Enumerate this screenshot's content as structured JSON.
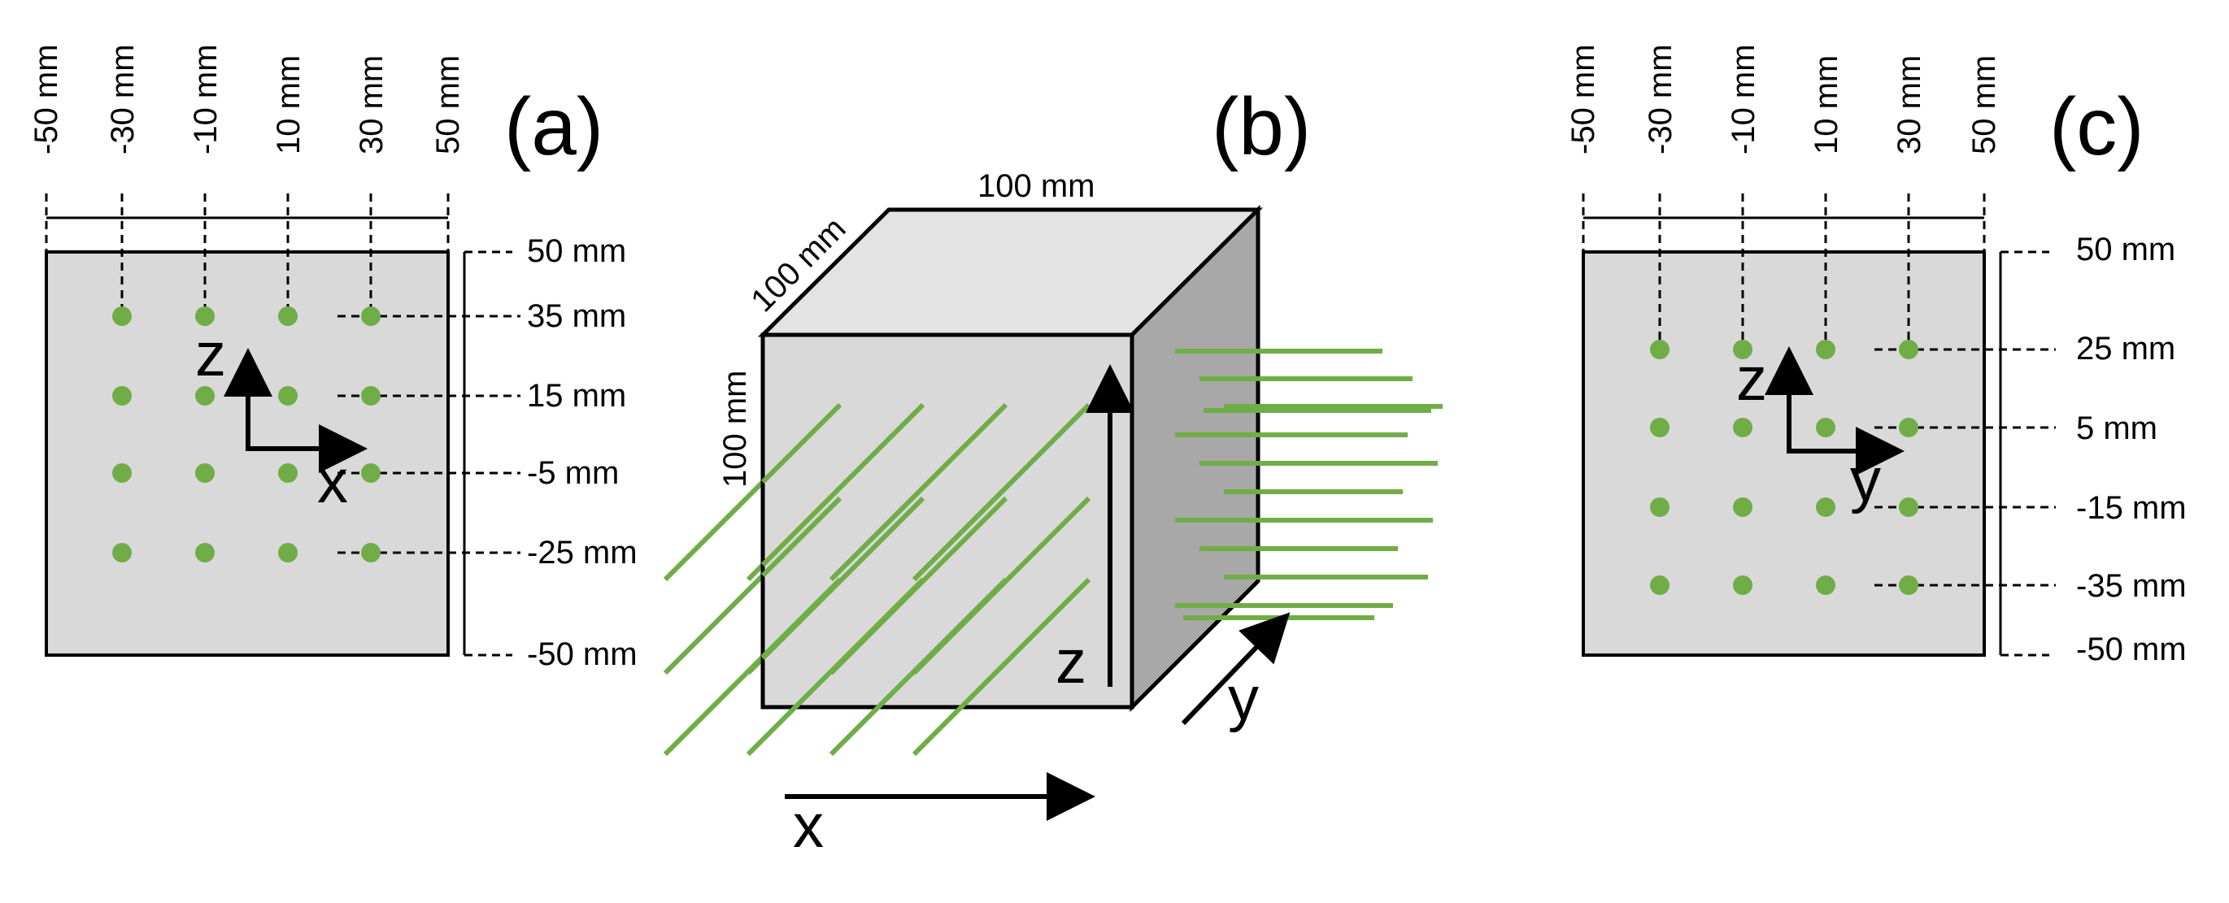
{
  "panels": {
    "a": {
      "label": "(a)",
      "top_ticks": [
        "-50 mm",
        "-30 mm",
        "-10 mm",
        "10 mm",
        "30 mm",
        "50 mm"
      ],
      "right_ticks": [
        "50 mm",
        "35 mm",
        "15 mm",
        "-5 mm",
        "-25 mm",
        "-50 mm"
      ],
      "axis_horizontal": "x",
      "axis_vertical": "z"
    },
    "b": {
      "label": "(b)",
      "dim_top": "100 mm",
      "dim_diag": "100 mm",
      "dim_side": "100 mm",
      "axis_x": "x",
      "axis_y": "y",
      "axis_z": "z"
    },
    "c": {
      "label": "(c)",
      "top_ticks": [
        "-50 mm",
        "-30 mm",
        "-10 mm",
        "10 mm",
        "30 mm",
        "50 mm"
      ],
      "right_ticks": [
        "50 mm",
        "25 mm",
        "5 mm",
        "-15 mm",
        "-35 mm",
        "-50 mm"
      ],
      "axis_horizontal": "y",
      "axis_vertical": "z"
    }
  },
  "colors": {
    "face_front": "#d9d9d9",
    "face_top": "#e3e3e3",
    "face_side": "#a8a8a8",
    "panel_fill": "#d9d9d9",
    "fiber": "#70ad47",
    "stroke": "#000000"
  }
}
